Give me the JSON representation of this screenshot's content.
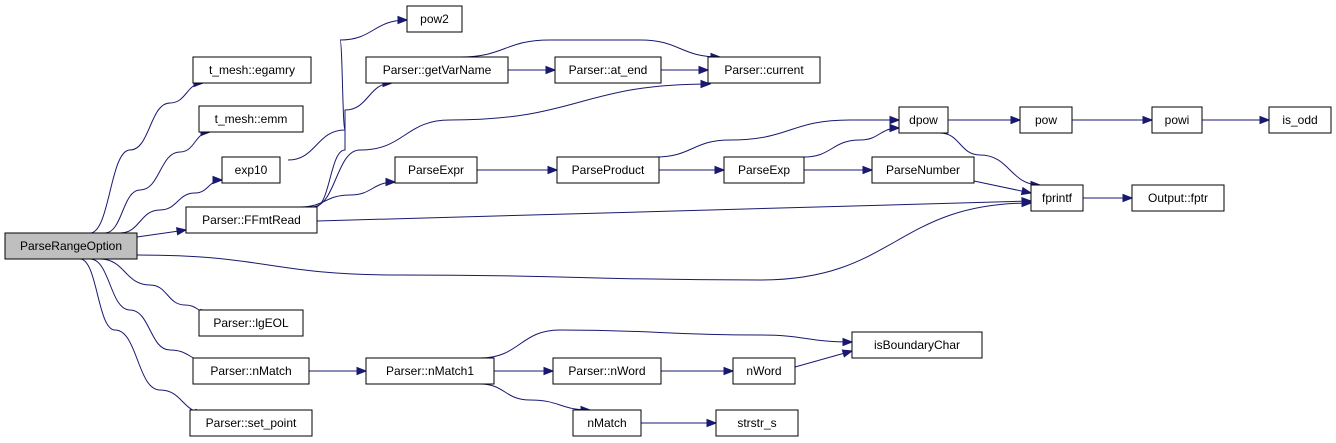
{
  "graph": {
    "type": "call-graph",
    "colors": {
      "edge": "#191970",
      "node_border": "#000000",
      "node_fill": "#ffffff",
      "root_fill": "#bfbfbf"
    },
    "nodes": [
      {
        "id": "ParseRangeOption",
        "label": "ParseRangeOption",
        "root": true
      },
      {
        "id": "egamry",
        "label": "t_mesh::egamry"
      },
      {
        "id": "emm",
        "label": "t_mesh::emm"
      },
      {
        "id": "exp10",
        "label": "exp10"
      },
      {
        "id": "FFmtRead",
        "label": "Parser::FFmtRead"
      },
      {
        "id": "lgEOL",
        "label": "Parser::lgEOL"
      },
      {
        "id": "nMatch",
        "label": "Parser::nMatch"
      },
      {
        "id": "set_point",
        "label": "Parser::set_point"
      },
      {
        "id": "pow2",
        "label": "pow2"
      },
      {
        "id": "getVarName",
        "label": "Parser::getVarName"
      },
      {
        "id": "ParseExpr",
        "label": "ParseExpr"
      },
      {
        "id": "nMatch1",
        "label": "Parser::nMatch1"
      },
      {
        "id": "at_end",
        "label": "Parser::at_end"
      },
      {
        "id": "ParseProduct",
        "label": "ParseProduct"
      },
      {
        "id": "nWordP",
        "label": "Parser::nWord"
      },
      {
        "id": "nMatchF",
        "label": "nMatch"
      },
      {
        "id": "current",
        "label": "Parser::current"
      },
      {
        "id": "ParseExp",
        "label": "ParseExp"
      },
      {
        "id": "nWord",
        "label": "nWord"
      },
      {
        "id": "strstr_s",
        "label": "strstr_s"
      },
      {
        "id": "dpow",
        "label": "dpow"
      },
      {
        "id": "ParseNumber",
        "label": "ParseNumber"
      },
      {
        "id": "isBoundaryChar",
        "label": "isBoundaryChar"
      },
      {
        "id": "fprintf",
        "label": "fprintf"
      },
      {
        "id": "pow",
        "label": "pow"
      },
      {
        "id": "Output_fptr",
        "label": "Output::fptr"
      },
      {
        "id": "powi",
        "label": "powi"
      },
      {
        "id": "is_odd",
        "label": "is_odd"
      }
    ],
    "edges": [
      {
        "from": "ParseRangeOption",
        "to": "egamry"
      },
      {
        "from": "ParseRangeOption",
        "to": "emm"
      },
      {
        "from": "ParseRangeOption",
        "to": "exp10"
      },
      {
        "from": "ParseRangeOption",
        "to": "FFmtRead"
      },
      {
        "from": "ParseRangeOption",
        "to": "fprintf"
      },
      {
        "from": "ParseRangeOption",
        "to": "lgEOL"
      },
      {
        "from": "ParseRangeOption",
        "to": "nMatch"
      },
      {
        "from": "ParseRangeOption",
        "to": "set_point"
      },
      {
        "from": "exp10",
        "to": "pow2"
      },
      {
        "from": "FFmtRead",
        "to": "getVarName"
      },
      {
        "from": "FFmtRead",
        "to": "current"
      },
      {
        "from": "FFmtRead",
        "to": "ParseExpr"
      },
      {
        "from": "FFmtRead",
        "to": "fprintf"
      },
      {
        "from": "getVarName",
        "to": "at_end"
      },
      {
        "from": "getVarName",
        "to": "current"
      },
      {
        "from": "at_end",
        "to": "current"
      },
      {
        "from": "ParseExpr",
        "to": "ParseProduct"
      },
      {
        "from": "ParseProduct",
        "to": "dpow"
      },
      {
        "from": "ParseProduct",
        "to": "ParseExp"
      },
      {
        "from": "ParseExp",
        "to": "dpow"
      },
      {
        "from": "ParseExp",
        "to": "ParseNumber"
      },
      {
        "from": "ParseNumber",
        "to": "fprintf"
      },
      {
        "from": "dpow",
        "to": "pow"
      },
      {
        "from": "dpow",
        "to": "fprintf"
      },
      {
        "from": "pow",
        "to": "powi"
      },
      {
        "from": "powi",
        "to": "is_odd"
      },
      {
        "from": "fprintf",
        "to": "Output_fptr"
      },
      {
        "from": "nMatch",
        "to": "nMatch1"
      },
      {
        "from": "nMatch1",
        "to": "isBoundaryChar"
      },
      {
        "from": "nMatch1",
        "to": "nWordP"
      },
      {
        "from": "nMatch1",
        "to": "nMatchF"
      },
      {
        "from": "nWordP",
        "to": "nWord"
      },
      {
        "from": "nWord",
        "to": "isBoundaryChar"
      },
      {
        "from": "nMatchF",
        "to": "strstr_s"
      }
    ]
  }
}
